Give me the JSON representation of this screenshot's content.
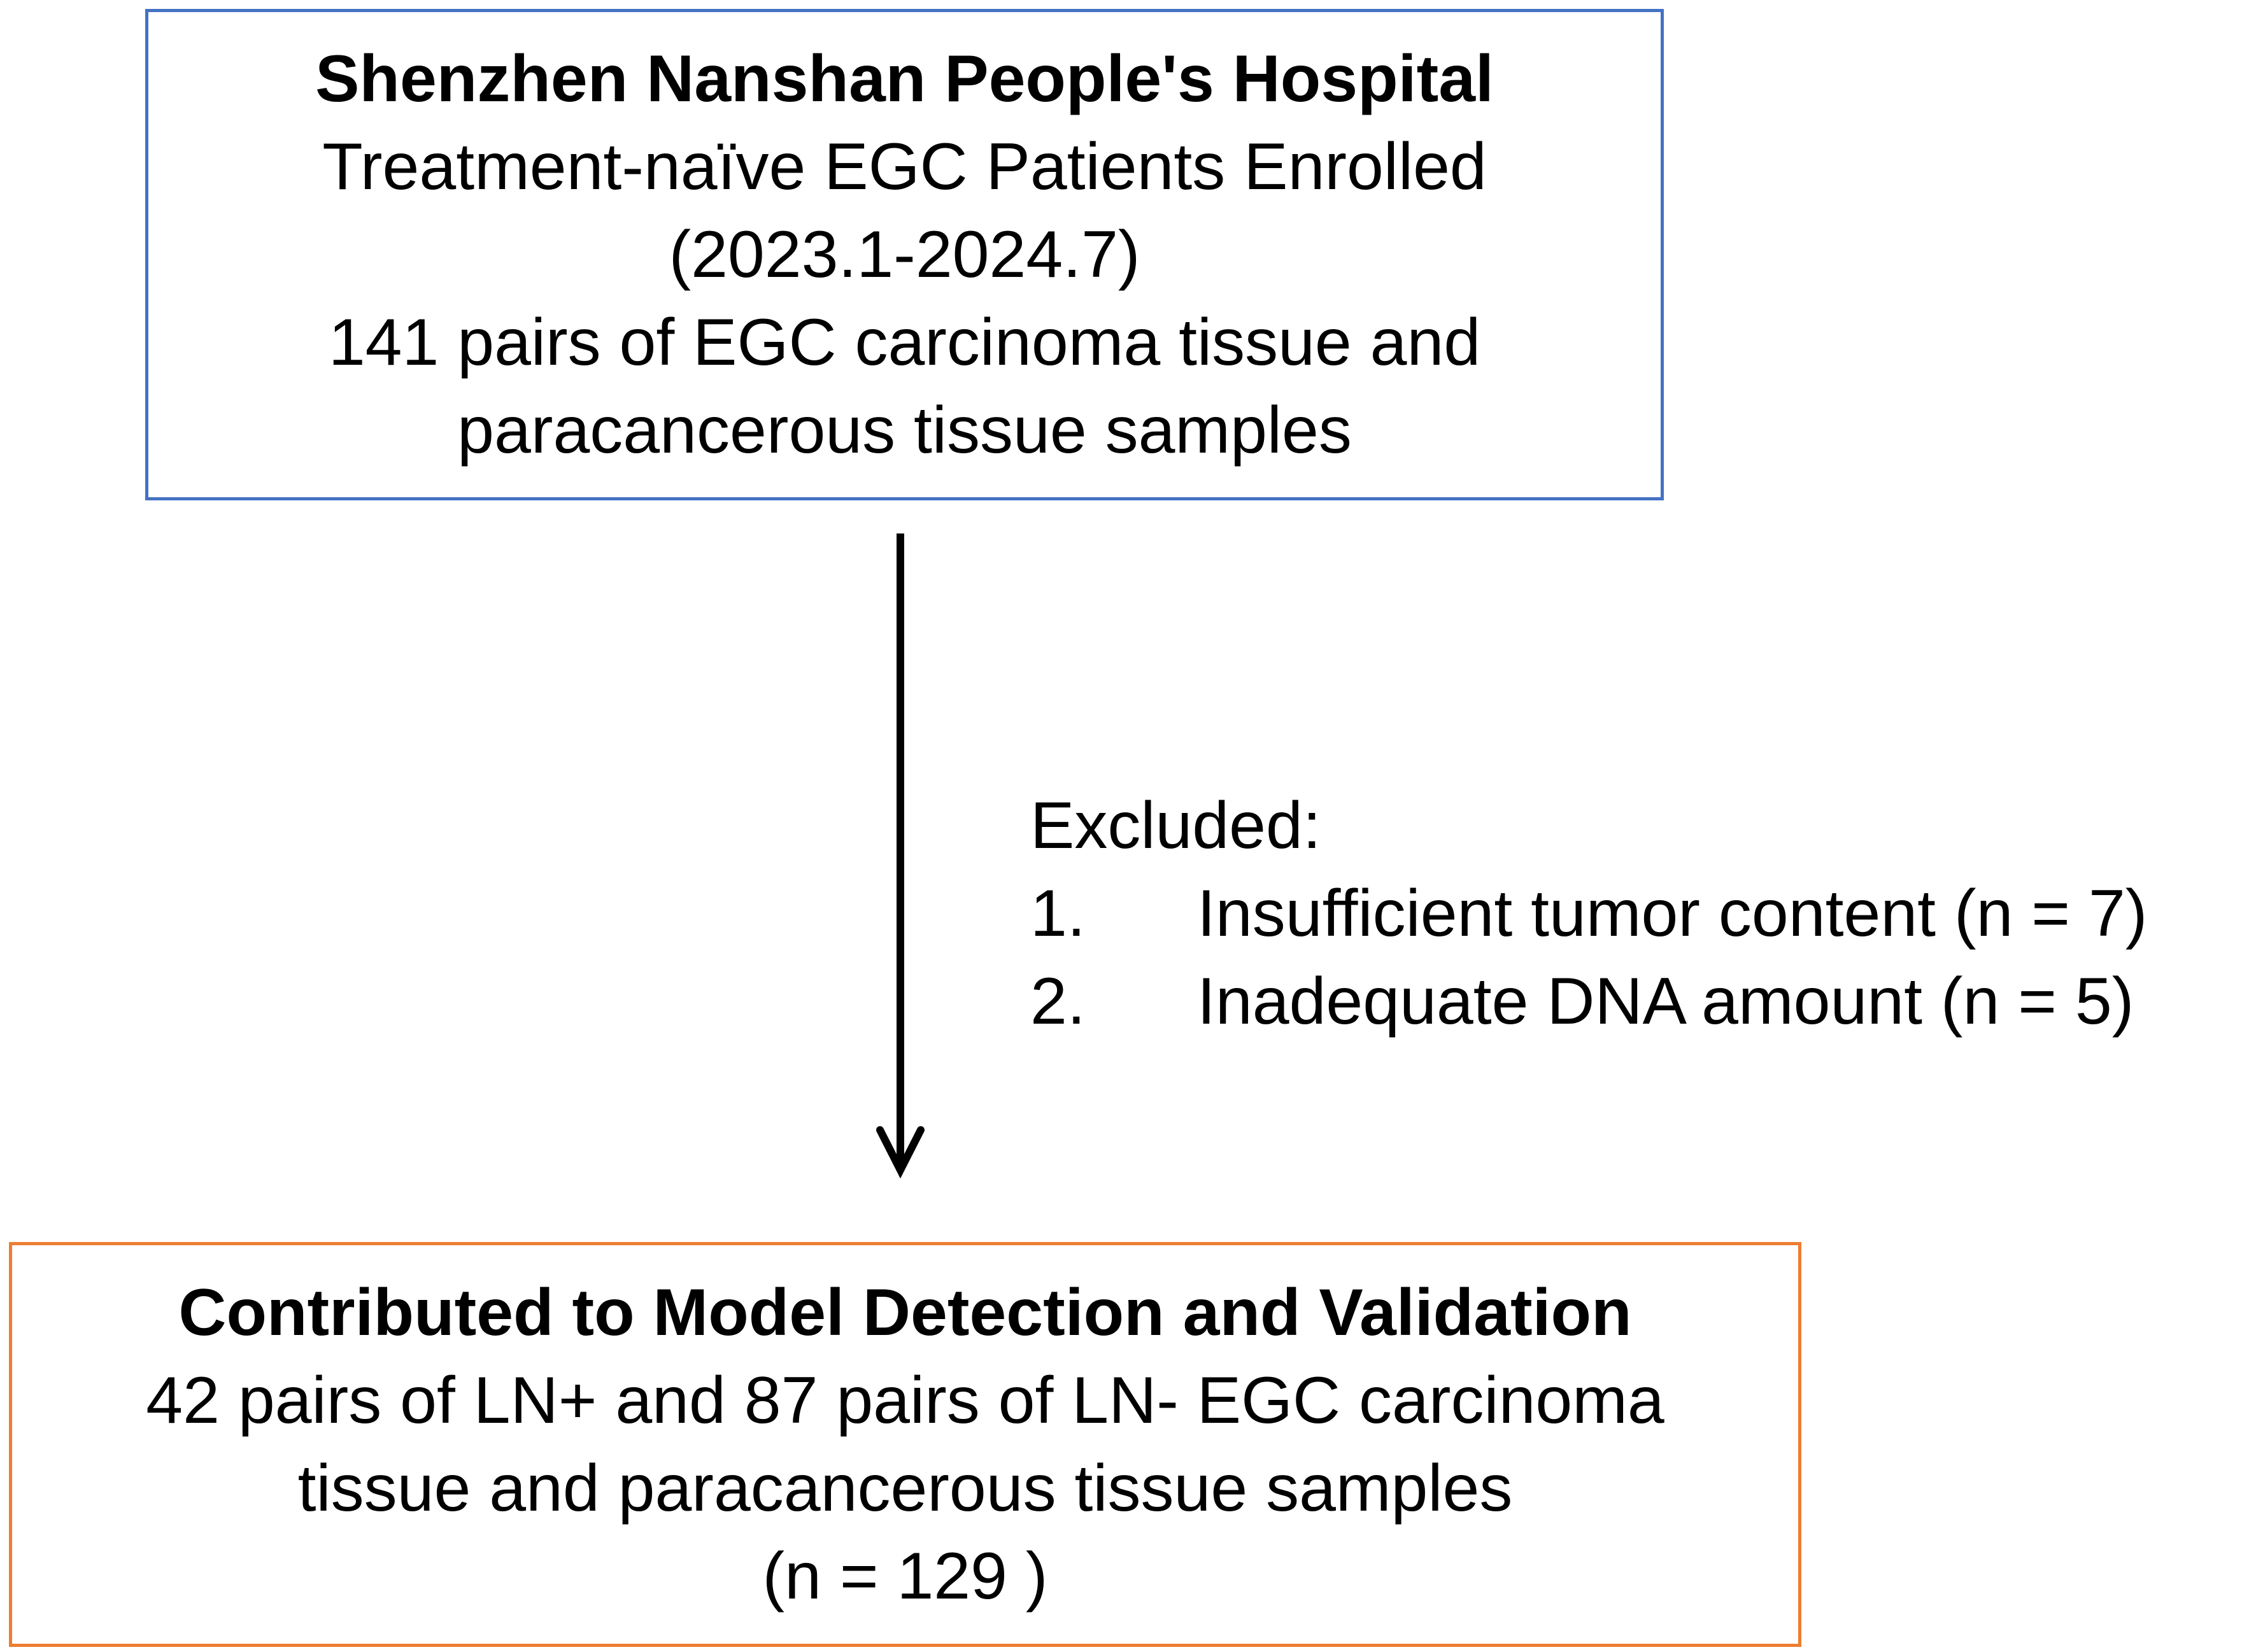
{
  "top_box": {
    "title": "Shenzhen Nanshan People's Hospital",
    "lines": [
      "Treatment-naïve EGC Patients Enrolled",
      "(2023.1-2024.7)",
      "141 pairs of EGC carcinoma tissue and",
      "paracancerous tissue samples"
    ],
    "border_color": "#4472c4"
  },
  "exclusion": {
    "heading": "Excluded:",
    "items": [
      {
        "number": "1.",
        "text": "Insufficient tumor content (n = 7)"
      },
      {
        "number": "2.",
        "text": "Inadequate DNA amount (n = 5)"
      }
    ]
  },
  "bottom_box": {
    "title": "Contributed to Model Detection and Validation",
    "lines": [
      "42 pairs of LN+ and 87 pairs of LN- EGC carcinoma",
      "tissue and paracancerous tissue samples",
      "(n = 129 )"
    ],
    "border_color": "#ed7d31"
  }
}
